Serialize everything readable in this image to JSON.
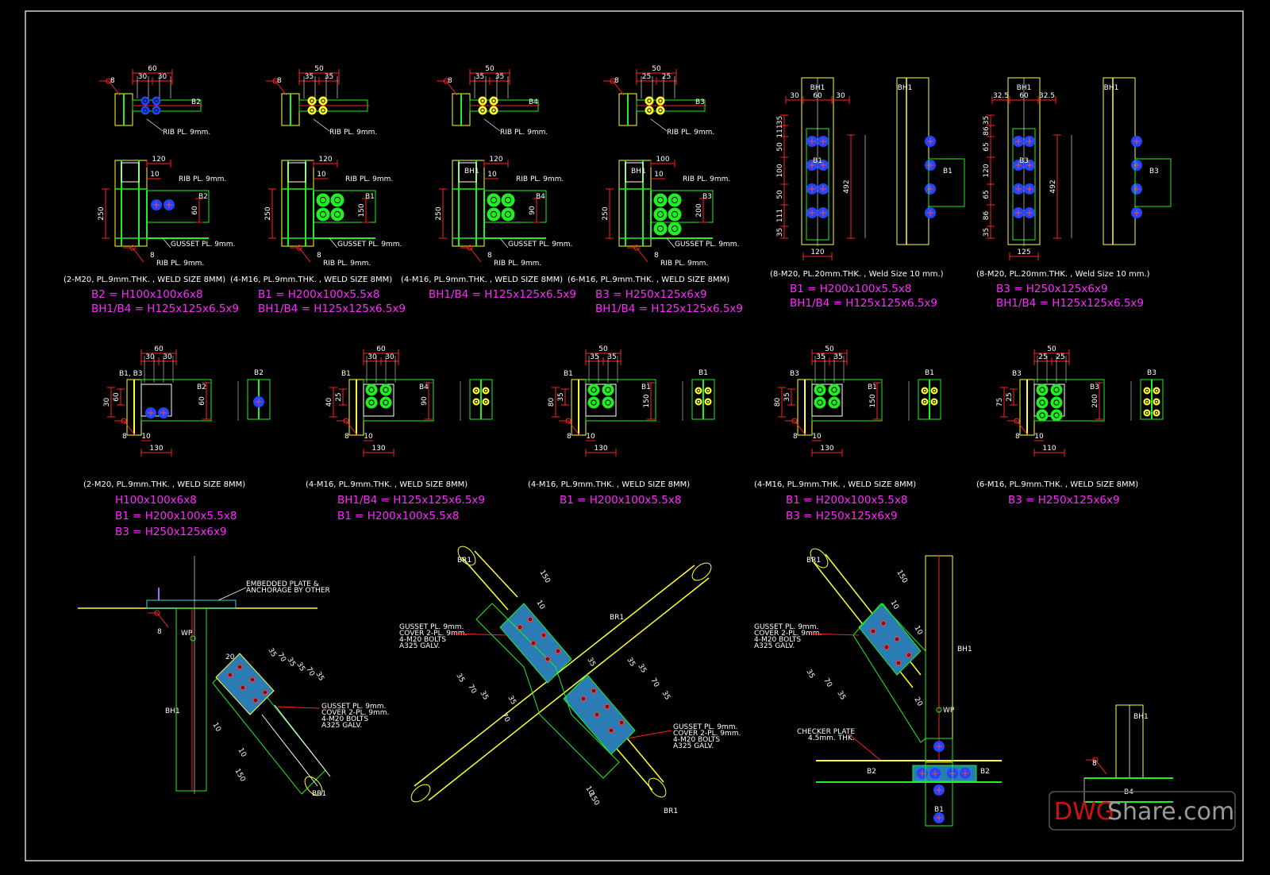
{
  "details_top": [
    {
      "caption": "(2-M20, PL.9mm.THK. , WELD SIZE 8MM)",
      "specs": [
        "B2 = H100x100x6x8",
        "BH1/B4 = H125x125x6.5x9"
      ],
      "plan": {
        "dims": [
          "60",
          "30",
          "30"
        ],
        "beam": "B2",
        "rib": "RIB PL. 9mm."
      },
      "elev": {
        "dims": [
          "120",
          "10",
          "250",
          "60"
        ],
        "beam": "B2",
        "col": "",
        "rib": "RIB PL. 9mm.",
        "gusset": "GUSSET PL. 9mm.",
        "rib2": "RIB PL. 9mm.",
        "n8": "8"
      }
    },
    {
      "caption": "(4-M16, PL.9mm.THK. , WELD SIZE 8MM)",
      "specs": [
        "B1 = H200x100x5.5x8",
        "BH1/B4 = H125x125x6.5x9"
      ],
      "plan": {
        "dims": [
          "50",
          "35",
          "35"
        ],
        "beam": "",
        "rib": "RIB PL. 9mm."
      },
      "elev": {
        "dims": [
          "120",
          "10",
          "250",
          "150"
        ],
        "beam": "B1",
        "col": "",
        "rib": "RIB PL. 9mm.",
        "gusset": "GUSSET PL. 9mm.",
        "rib2": "RIB PL. 9mm.",
        "n8": "8"
      }
    },
    {
      "caption": "(4-M16, PL.9mm.THK. , WELD SIZE 8MM)",
      "specs": [
        "BH1/B4 = H125x125x6.5x9"
      ],
      "plan": {
        "dims": [
          "50",
          "35",
          "35"
        ],
        "beam": "B4",
        "rib": "RIB PL. 9mm."
      },
      "elev": {
        "dims": [
          "120",
          "10",
          "250",
          "90"
        ],
        "beam": "B4",
        "col": "BH1",
        "rib": "RIB PL. 9mm.",
        "gusset": "GUSSET PL. 9mm.",
        "rib2": "RIB PL. 9mm.",
        "n8": "8"
      }
    },
    {
      "caption": "(6-M16, PL.9mm.THK. , WELD SIZE 8MM)",
      "specs": [
        "B3 = H250x125x6x9",
        "BH1/B4 = H125x125x6.5x9"
      ],
      "plan": {
        "dims": [
          "50",
          "25",
          "25"
        ],
        "beam": "B3",
        "rib": "RIB PL. 9mm."
      },
      "elev": {
        "dims": [
          "100",
          "10",
          "250",
          "200"
        ],
        "beam": "B3",
        "col": "BH1",
        "rib": "RIB PL. 9mm.",
        "gusset": "GUSSET PL. 9mm.",
        "rib2": "RIB PL. 9mm.",
        "n8": "8"
      }
    }
  ],
  "details_splice": [
    {
      "caption": "(8-M20, PL.20mm.THK. , Weld Size 10 mm.)",
      "specs": [
        "B1 = H200x100x5.5x8",
        "BH1/B4 = H125x125x6.5x9"
      ],
      "col": "BH1",
      "beam": "B1",
      "top": [
        "30",
        "60",
        "30"
      ],
      "bottom": "120",
      "total": "492",
      "side": [
        "35",
        "111",
        "50",
        "100",
        "50",
        "111",
        "35"
      ]
    },
    {
      "caption": "(8-M20, PL.20mm.THK. , Weld Size 10 mm.)",
      "specs": [
        "B3 = H250x125x6x9",
        "BH1/B4 = H125x125x6.5x9"
      ],
      "col": "BH1",
      "beam": "B3",
      "top": [
        "32.5",
        "60",
        "32.5"
      ],
      "bottom": "125",
      "total": "492",
      "side": [
        "35",
        "86",
        "65",
        "120",
        "65",
        "86",
        "35"
      ]
    }
  ],
  "details_mid": [
    {
      "caption": "(2-M20, PL.9mm.THK. , WELD SIZE 8MM)",
      "specs": [
        "H100x100x6x8",
        "B1 = H200x100x5.5x8",
        "B3 = H250x125x6x9"
      ],
      "top": [
        "60",
        "30",
        "30"
      ],
      "label": "B1, B3",
      "beam": "B2",
      "side": "B2",
      "dims": [
        "30",
        "60",
        "10",
        "130",
        "60"
      ],
      "n8": "8"
    },
    {
      "caption": "(4-M16, PL.9mm.THK. , WELD SIZE 8MM)",
      "specs": [
        "BH1/B4 = H125x125x6.5x9",
        "B1 = H200x100x5.5x8"
      ],
      "top": [
        "60",
        "30",
        "30"
      ],
      "label": "B1",
      "beam": "B4",
      "side": "",
      "dims": [
        "40",
        "25",
        "10",
        "130",
        "90"
      ],
      "n8": "8"
    },
    {
      "caption": "(4-M16, PL.9mm.THK. , WELD SIZE 8MM)",
      "specs": [
        "B1 = H200x100x5.5x8"
      ],
      "top": [
        "50",
        "35",
        "35"
      ],
      "label": "B1",
      "beam": "B1",
      "side": "B1",
      "dims": [
        "80",
        "35",
        "10",
        "130",
        "150"
      ],
      "n8": "8"
    },
    {
      "caption": "(4-M16, PL.9mm.THK. , WELD SIZE 8MM)",
      "specs": [
        "B1 = H200x100x5.5x8",
        "B3 = H250x125x6x9"
      ],
      "top": [
        "50",
        "35",
        "35"
      ],
      "label": "B3",
      "beam": "B1",
      "side": "B1",
      "dims": [
        "80",
        "35",
        "10",
        "130",
        "150"
      ],
      "n8": "8"
    },
    {
      "caption": "(6-M16, PL.9mm.THK. , WELD SIZE 8MM)",
      "specs": [
        "B3 = H250x125x6x9"
      ],
      "top": [
        "50",
        "25",
        "25"
      ],
      "label": "B3",
      "beam": "B3",
      "side": "B3",
      "dims": [
        "75",
        "25",
        "10",
        "110",
        "200"
      ],
      "n8": "8"
    }
  ],
  "brace1": {
    "embedded": "EMBEDDED PLATE &",
    "embedded2": "ANCHORAGE BY OTHER",
    "wp": "WP",
    "n8": "8",
    "col": "BH1",
    "brace": "BR1",
    "note": [
      "GUSSET PL. 9mm.",
      "COVER 2-PL. 9mm.",
      "4-M20 BOLTS",
      "A325 GALV."
    ],
    "dims": [
      "35",
      "70",
      "35",
      "35",
      "70",
      "35",
      "20",
      "10",
      "10",
      "150"
    ]
  },
  "brace2": {
    "brace_a": "BR1",
    "brace_b": "BR1",
    "brace_c": "BR1",
    "note_a": [
      "GUSSET PL. 9mm.",
      "COVER 2-PL. 9mm.",
      "4-M20 BOLTS",
      "A325 GALV."
    ],
    "note_b": [
      "GUSSET PL. 9mm.",
      "COVER 2-PL. 9mm.",
      "4-M20 BOLTS",
      "A325 GALV."
    ],
    "dims": [
      "150",
      "10",
      "35",
      "70",
      "35",
      "35",
      "70",
      "35",
      "10",
      "150",
      "35",
      "35",
      "70",
      "35"
    ]
  },
  "brace3": {
    "brace": "BR1",
    "col": "BH1",
    "wp": "WP",
    "checker": "CHECKER PLATE",
    "checker2": "4.5mm. THK.",
    "beam_l": "B2",
    "beam_r": "B2",
    "beam_b": "B1",
    "note": [
      "GUSSET PL. 9mm.",
      "COVER 2-PL. 9mm.",
      "4-M20 BOLTS",
      "A325 GALV."
    ],
    "dims": [
      "150",
      "10",
      "35",
      "70",
      "35",
      "10",
      "20"
    ]
  },
  "base": {
    "col": "BH1",
    "beam": "B4",
    "n8": "8"
  },
  "watermark": {
    "a": "DWG",
    "b": "Share.com"
  },
  "colors": {
    "yellow": "#ffff33",
    "green": "#22ee22",
    "red": "#ff2222",
    "cyan": "#33dddd",
    "blue": "#2244ff",
    "magenta": "#ff2aff",
    "white": "#ffffff",
    "frame": "#cccccc"
  }
}
